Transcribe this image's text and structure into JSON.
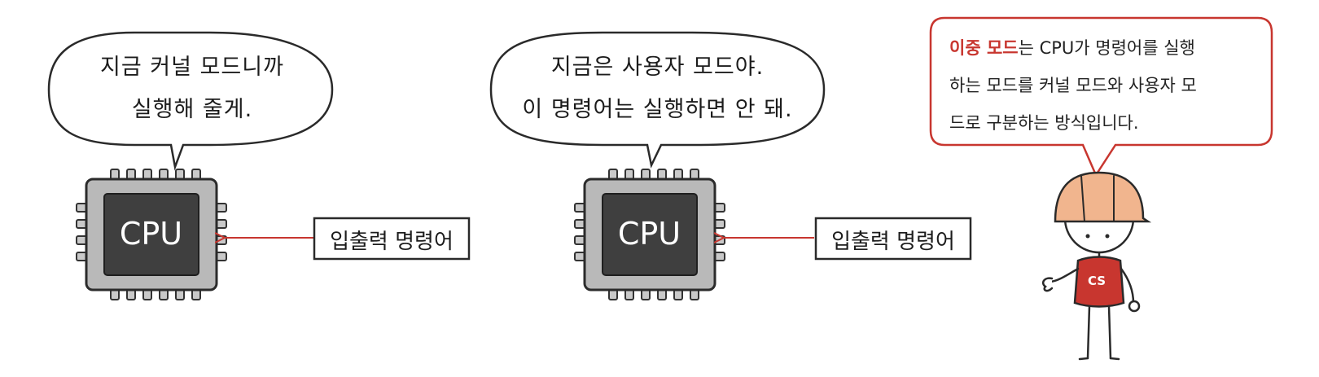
{
  "left": {
    "bubble_lines": [
      "지금 커널 모드니까",
      "실행해 줄게."
    ],
    "cpu_label": "CPU",
    "box_label": "입출력 명령어"
  },
  "middle": {
    "bubble_lines": [
      "지금은 사용자 모드야.",
      "이 명령어는 실행하면 안 돼."
    ],
    "cpu_label": "CPU",
    "box_label": "입출력 명령어"
  },
  "info": {
    "highlight": "이중 모드",
    "line1_rest": "는 CPU가 명령어를 실행",
    "line2": "하는 모드를 커널 모드와 사용자 모",
    "line3": "드로 구분하는 방식입니다."
  },
  "character": {
    "shirt_label": "CS"
  },
  "colors": {
    "accent": "#c8362f",
    "chip_body": "#b9b9b9",
    "chip_die": "#3f3f3f",
    "helmet": "#f1b58e"
  }
}
